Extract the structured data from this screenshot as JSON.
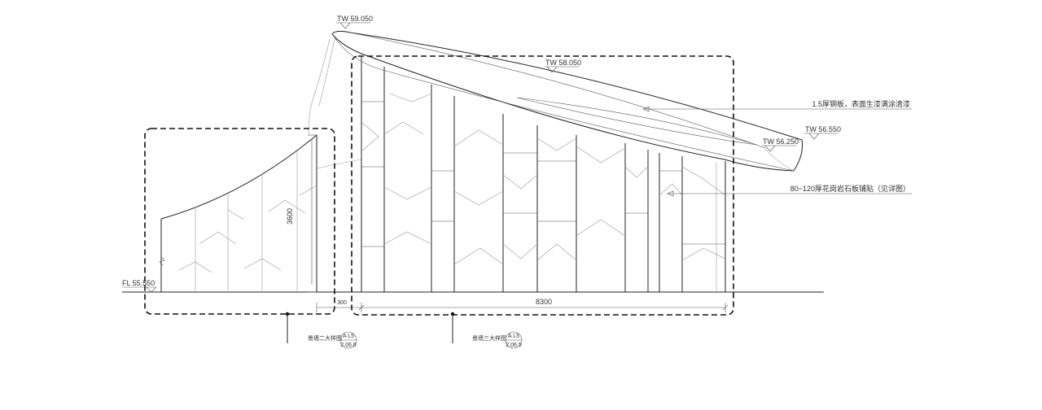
{
  "elevations": {
    "top_high": "TW 59.050",
    "top_mid": "TW 58.050",
    "right_high": "TW 56.550",
    "right_low": "TW 56.250",
    "floor": "FL 55.550"
  },
  "dimensions": {
    "height": "3600",
    "width": "8300",
    "gap": "300"
  },
  "notes": {
    "roof_note": "1.5厚钢板，表面生漆满涂清漆",
    "wall_note": "80~120厚花岗岩石板铺贴（见详图）"
  },
  "section_marks": [
    {
      "label": "景墙二大样图",
      "ref_top": "A L5",
      "ref_bottom": "2.06.6"
    },
    {
      "label": "景墙三大样图",
      "ref_top": "A L5",
      "ref_bottom": "2.06.5"
    }
  ]
}
